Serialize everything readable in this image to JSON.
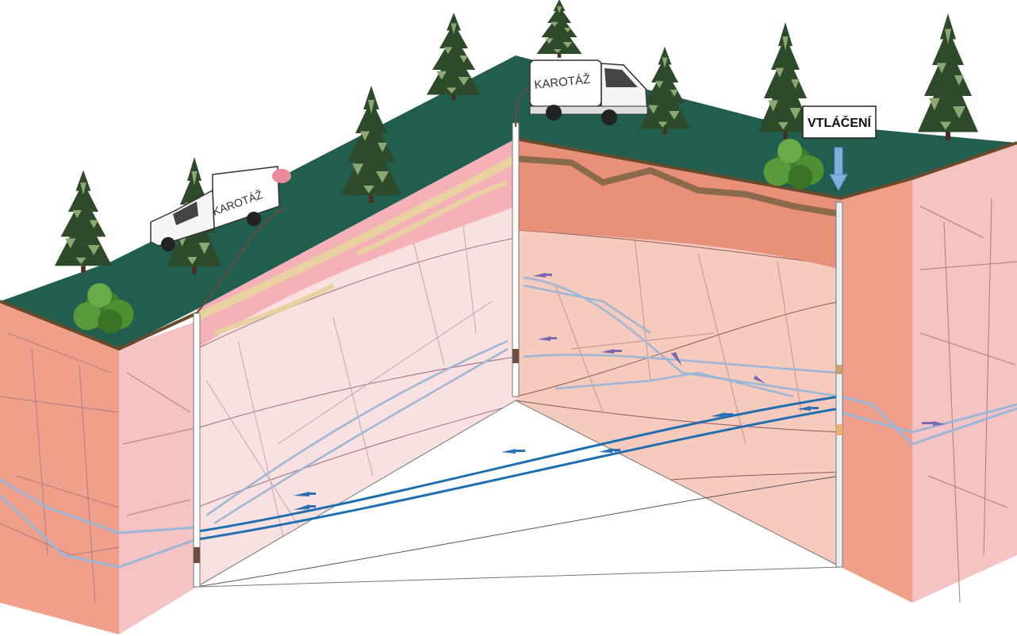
{
  "labels": {
    "van_left": "KAROTÁŽ",
    "van_right": "KAROTÁŽ",
    "injection": "VTLÁČENÍ"
  },
  "colors": {
    "ground": "#215e50",
    "rock_side": "#ef9f8a",
    "rock_face": "#f5c3c3",
    "weathered": "#e8a08a",
    "soil": "#8a6a4a",
    "clay": "#e8d2a0",
    "fracture": "#9bb6d6",
    "flow_main": "#1e6fb0",
    "arrow_flow": "#2a6fb8",
    "arrow_purple": "#7a6ab0",
    "injection_arrow": "#7fb0e0",
    "tree_dark": "#2d4a2a",
    "tree_light": "#8aa870",
    "shrub": "#5a9a3a"
  },
  "icons": [
    "van-icon",
    "spruce-tree-icon",
    "shrub-icon",
    "injection-arrow-icon",
    "borehole-icon",
    "flow-arrow-icon"
  ]
}
